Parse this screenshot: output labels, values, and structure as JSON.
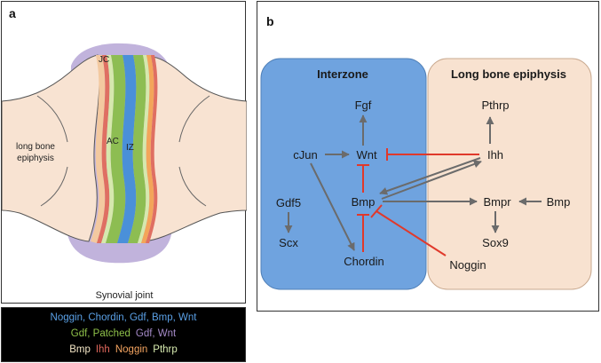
{
  "panel_a": {
    "letter": "a",
    "labels": {
      "jc": "JC",
      "ac": "AC",
      "iz": "IZ",
      "epiphysis_line1": "long bone",
      "epiphysis_line2": "epiphysis",
      "caption": "Synovial joint"
    },
    "legend": {
      "rows": [
        [
          {
            "text": "Noggin, Chordin, Gdf, Bmp, Wnt",
            "color": "#5aa0e6"
          }
        ],
        [
          {
            "text": "Gdf, Patched",
            "color": "#8fc14a"
          },
          {
            "text": "Gdf, Wnt",
            "color": "#a58ac8"
          }
        ],
        [
          {
            "text": "Bmp",
            "color": "#f4e6c6"
          },
          {
            "text": "Ihh",
            "color": "#e0675c"
          },
          {
            "text": "Noggin",
            "color": "#f4a460"
          },
          {
            "text": "Pthrp",
            "color": "#d8ecb0"
          }
        ]
      ]
    },
    "colors": {
      "bone": "#f8e3d2",
      "capsule": "#b6a6d6",
      "interzone": "#4a90d9",
      "green": "#8dbd52",
      "peach": "#f3c9a0",
      "red": "#df6f62",
      "orange": "#f3a55a",
      "pale_green": "#d6e8ae"
    }
  },
  "panel_b": {
    "letter": "b",
    "regions": {
      "interzone": {
        "title": "Interzone",
        "color": "#6fa3df"
      },
      "epiphysis": {
        "title": "Long bone epiphysis",
        "color": "#f8e2d0"
      }
    },
    "nodes": {
      "fgf": "Fgf",
      "cjun": "cJun",
      "wnt": "Wnt",
      "bmp": "Bmp",
      "gdf5": "Gdf5",
      "scx": "Scx",
      "chordin": "Chordin",
      "pthrp": "Pthrp",
      "ihh": "Ihh",
      "bmpr": "Bmpr",
      "bmp_ext": "Bmp",
      "sox9": "Sox9",
      "noggin": "Noggin"
    },
    "colors": {
      "arrow": "#6b6b6b",
      "inhibition": "#e0392b",
      "text": "#1a1a1a"
    }
  }
}
